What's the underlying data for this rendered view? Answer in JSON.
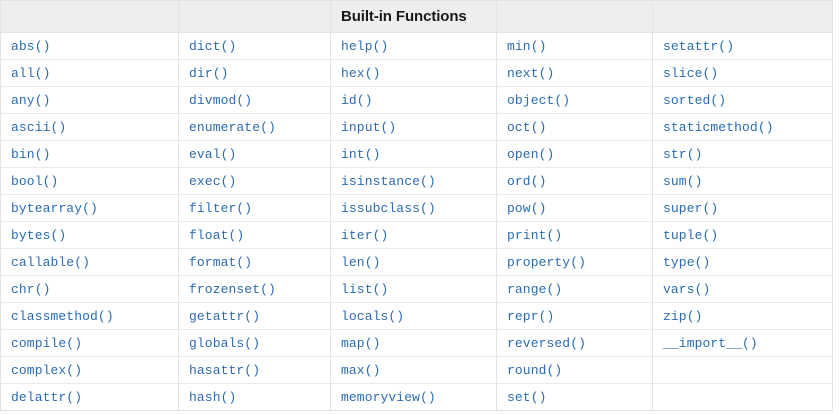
{
  "table": {
    "title": "Built-in Functions",
    "title_column_index": 2,
    "column_count": 5,
    "row_count": 14,
    "accent_color": "#2b6cb0",
    "header_background": "#eeeeee",
    "border_color": "#e1e4e5",
    "headers": [
      "",
      "",
      "Built-in Functions",
      "",
      ""
    ],
    "rows": [
      [
        "abs()",
        "dict()",
        "help()",
        "min()",
        "setattr()"
      ],
      [
        "all()",
        "dir()",
        "hex()",
        "next()",
        "slice()"
      ],
      [
        "any()",
        "divmod()",
        "id()",
        "object()",
        "sorted()"
      ],
      [
        "ascii()",
        "enumerate()",
        "input()",
        "oct()",
        "staticmethod()"
      ],
      [
        "bin()",
        "eval()",
        "int()",
        "open()",
        "str()"
      ],
      [
        "bool()",
        "exec()",
        "isinstance()",
        "ord()",
        "sum()"
      ],
      [
        "bytearray()",
        "filter()",
        "issubclass()",
        "pow()",
        "super()"
      ],
      [
        "bytes()",
        "float()",
        "iter()",
        "print()",
        "tuple()"
      ],
      [
        "callable()",
        "format()",
        "len()",
        "property()",
        "type()"
      ],
      [
        "chr()",
        "frozenset()",
        "list()",
        "range()",
        "vars()"
      ],
      [
        "classmethod()",
        "getattr()",
        "locals()",
        "repr()",
        "zip()"
      ],
      [
        "compile()",
        "globals()",
        "map()",
        "reversed()",
        "__import__()"
      ],
      [
        "complex()",
        "hasattr()",
        "max()",
        "round()",
        ""
      ],
      [
        "delattr()",
        "hash()",
        "memoryview()",
        "set()",
        ""
      ]
    ]
  }
}
